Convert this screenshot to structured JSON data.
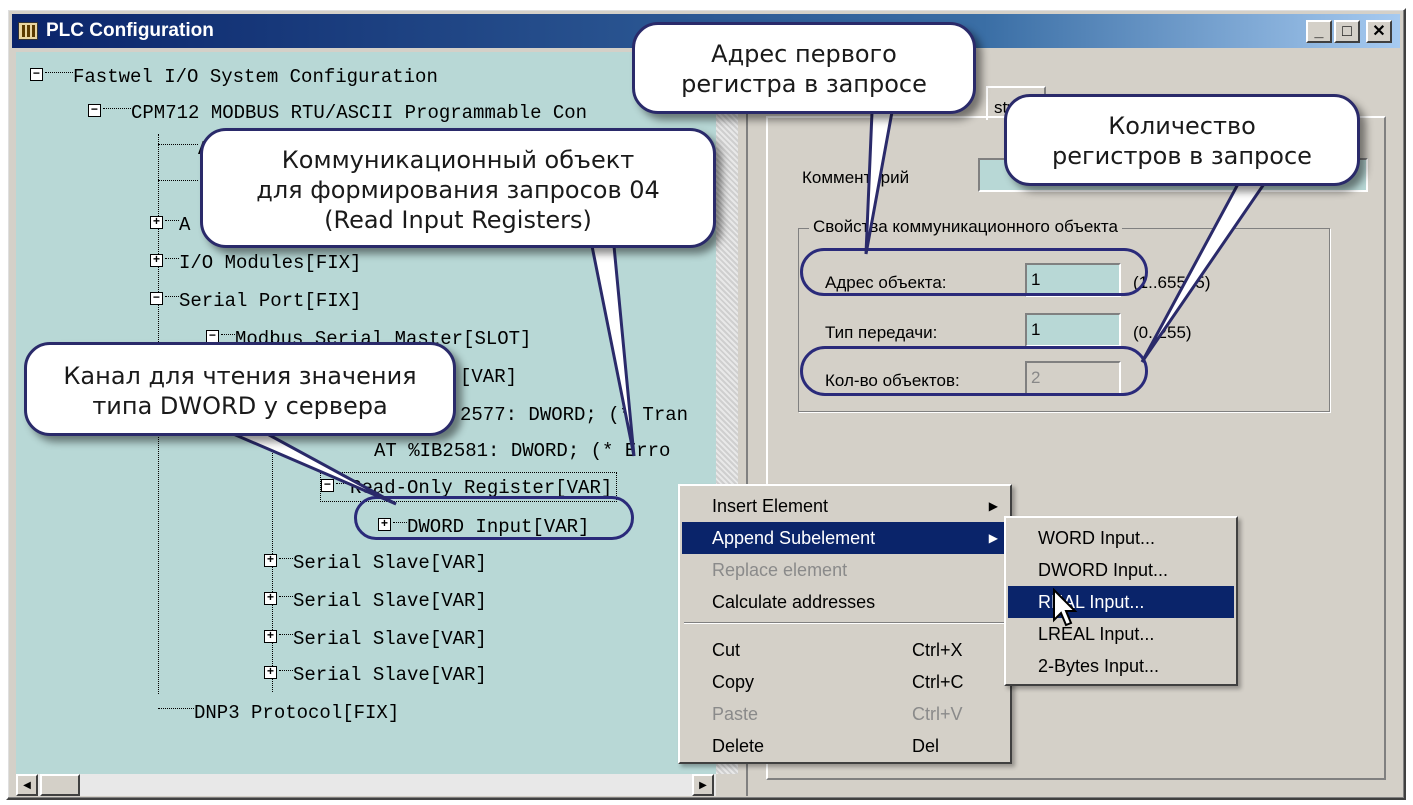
{
  "window": {
    "title": "PLC Configuration",
    "buttons": {
      "minimize": "_",
      "maximize": "□",
      "close": "✕"
    }
  },
  "tree": [
    {
      "text": "Fastwel I/O System Configuration",
      "toggle": "−"
    },
    {
      "text": "CPM712 MODBUS RTU/ASCII Programmable Con",
      "toggle": "−"
    },
    {
      "text": "A",
      "toggle": ""
    },
    {
      "text": "",
      "toggle": ""
    },
    {
      "text": "A",
      "toggle": "+"
    },
    {
      "text": "I/O Modules[FIX]",
      "toggle": "+"
    },
    {
      "text": "Serial Port[FIX]",
      "toggle": "−"
    },
    {
      "text": "Modbus Serial Master[SLOT]",
      "toggle": "−"
    },
    {
      "text": "[VAR]",
      "toggle": ""
    },
    {
      "text": "2577: DWORD;  (* Tran",
      "toggle": ""
    },
    {
      "text": "AT %IB2581: DWORD;  (* Erro",
      "toggle": ""
    },
    {
      "text": "Read-Only Register[VAR]",
      "toggle": "−"
    },
    {
      "text": "DWORD Input[VAR]",
      "toggle": "+"
    },
    {
      "text": "Serial Slave[VAR]",
      "toggle": "+"
    },
    {
      "text": "Serial Slave[VAR]",
      "toggle": "+"
    },
    {
      "text": "Serial Slave[VAR]",
      "toggle": "+"
    },
    {
      "text": "Serial Slave[VAR]",
      "toggle": "+"
    },
    {
      "text": "DNP3 Protocol[FIX]",
      "toggle": ""
    }
  ],
  "props": {
    "tab_label": "stwel",
    "comment_label": "Комментарий",
    "comment_value": "",
    "group_title": "Свойства коммуникационного объекта",
    "address_label": "Адрес объекта:",
    "address_value": "1",
    "address_range": "(1..65535)",
    "transfer_label": "Тип передачи:",
    "transfer_value": "1",
    "transfer_range": "(0..255)",
    "count_label": "Кол-во объектов:",
    "count_value": "2"
  },
  "context_menu": [
    {
      "label": "Insert Element",
      "shortcut": "",
      "submenu": true,
      "state": "normal"
    },
    {
      "label": "Append Subelement",
      "shortcut": "",
      "submenu": true,
      "state": "selected"
    },
    {
      "label": "Replace element",
      "shortcut": "",
      "submenu": false,
      "state": "disabled"
    },
    {
      "label": "Calculate addresses",
      "shortcut": "",
      "submenu": false,
      "state": "normal"
    },
    {
      "label": "Cut",
      "shortcut": "Ctrl+X",
      "submenu": false,
      "state": "normal"
    },
    {
      "label": "Copy",
      "shortcut": "Ctrl+C",
      "submenu": false,
      "state": "normal"
    },
    {
      "label": "Paste",
      "shortcut": "Ctrl+V",
      "submenu": false,
      "state": "disabled"
    },
    {
      "label": "Delete",
      "shortcut": "Del",
      "submenu": false,
      "state": "normal"
    }
  ],
  "submenu": [
    {
      "label": "WORD Input...",
      "state": "normal"
    },
    {
      "label": "DWORD Input...",
      "state": "normal"
    },
    {
      "label": "REAL Input...",
      "state": "selected"
    },
    {
      "label": "LREAL Input...",
      "state": "normal"
    },
    {
      "label": "2-Bytes Input...",
      "state": "normal"
    }
  ],
  "callouts": {
    "first_register": [
      "Адрес первого",
      "регистра в запросе"
    ],
    "register_count": [
      "Количество",
      "регистров в запросе"
    ],
    "comm_object": [
      "Коммуникационный объект",
      "для формирования запросов 04",
      "(Read Input Registers)"
    ],
    "channel": [
      "Канал для чтения значения",
      "типа DWORD у сервера"
    ]
  },
  "colors": {
    "tree_bg": "#b8d8d6",
    "selection": "#0a246a",
    "callout_border": "#2a2a6a"
  }
}
